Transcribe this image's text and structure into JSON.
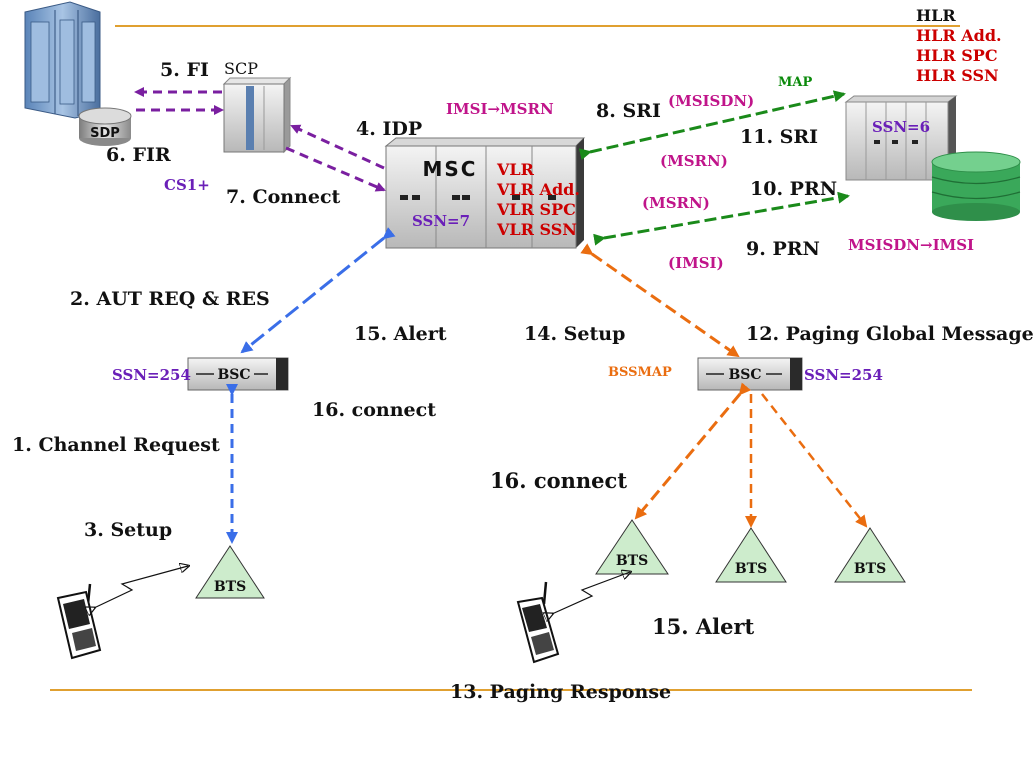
{
  "header": {
    "hlr_title": "HLR"
  },
  "hlr_params": [
    "HLR Add.",
    "HLR SPC",
    "HLR SSN"
  ],
  "vlr_params": [
    "VLR",
    "VLR Add.",
    "VLR SPC",
    "VLR SSN"
  ],
  "nodes": {
    "msc_logo": "MSC",
    "msc_ssn": "SSN=7",
    "hlr_ssn": "SSN=6",
    "scp_label": "SCP",
    "sdp_label": "SDP",
    "bsc_label": "BSC",
    "bsc_left_ssn": "SSN=254",
    "bsc_right_ssn": "SSN=254",
    "bts_label": "BTS"
  },
  "protocols": {
    "map": "MAP",
    "bssmap": "BSSMAP",
    "cs1": "CS1+"
  },
  "annotations": {
    "imsi_msrn": "IMSI→MSRN",
    "msisdn_imsi": "MSISDN→IMSI",
    "msisdn": "(MSISDN)",
    "msrn_1": "(MSRN)",
    "msrn_2": "(MSRN)",
    "imsi": "(IMSI)"
  },
  "steps": {
    "s1": "1. Channel Request",
    "s2": "2. AUT REQ & RES",
    "s3": "3. Setup",
    "s4": "4. IDP",
    "s5": "5. FI",
    "s6": "6. FIR",
    "s7": "7. Connect",
    "s8": "8. SRI",
    "s9": "9. PRN",
    "s10": "10. PRN",
    "s11": "11. SRI",
    "s12": "12. Paging Global Message",
    "s13": "13. Paging Response",
    "s14": "14. Setup",
    "s15a": "15. Alert",
    "s15b": "15. Alert",
    "s16a": "16. connect",
    "s16b": "16. connect"
  },
  "colors": {
    "rule": "#e0a030",
    "purple": "#7a1fa0",
    "green": "#1a8a1a",
    "blue": "#3a6ee8",
    "orange": "#ea6d10",
    "bts_fill": "#cdeccc",
    "db_green": "#3aa85a"
  }
}
